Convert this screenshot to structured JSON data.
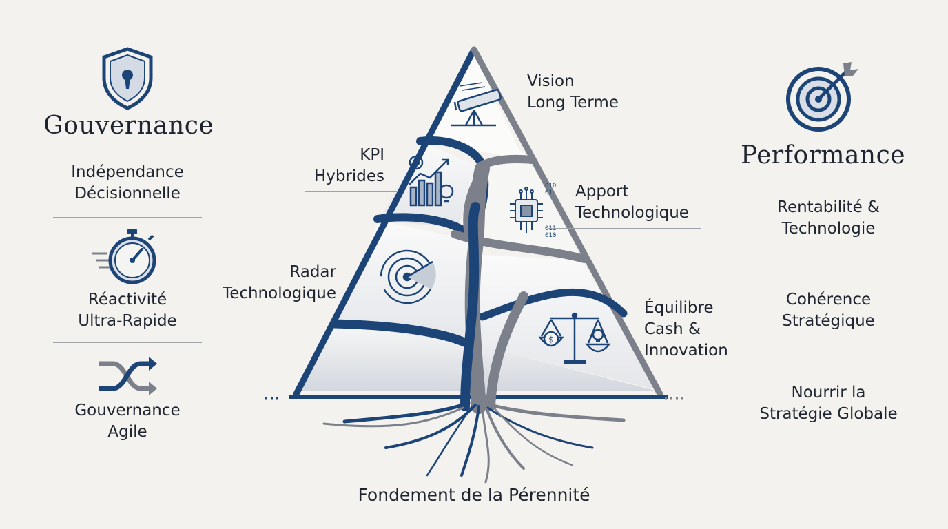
{
  "left_panel": {
    "title": "Gouvernance",
    "items": [
      {
        "label": "Indépendance\nDécisionnelle",
        "icon": "shield-keyhole-icon"
      },
      {
        "label": "Réactivité\nUltra-Rapide",
        "icon": "stopwatch-icon"
      },
      {
        "label": "Gouvernance\nAgile",
        "icon": "shuffle-arrows-icon"
      }
    ]
  },
  "right_panel": {
    "title": "Performance",
    "items": [
      {
        "label": "Rentabilité &\nTechnologie",
        "icon": "target-arrow-icon"
      },
      {
        "label": "Cohérence\nStratégique"
      },
      {
        "label": "Nourrir la\nStratégie Globale"
      }
    ]
  },
  "pyramid": {
    "callouts": {
      "vision": "Vision\nLong Terme",
      "kpi": "KPI\nHybrides",
      "apport": "Apport\nTechnologique",
      "radar": "Radar\nTechnologique",
      "equilibre": "Équilibre\nCash &\nInnovation"
    },
    "base_caption": "Fondement de la Pérennité",
    "chip_digits_a": "010\n01",
    "chip_digits_b": "011\n010"
  },
  "colors": {
    "navy": "#1d4477",
    "gray": "#7c808a",
    "background": "#f3f2ee"
  }
}
